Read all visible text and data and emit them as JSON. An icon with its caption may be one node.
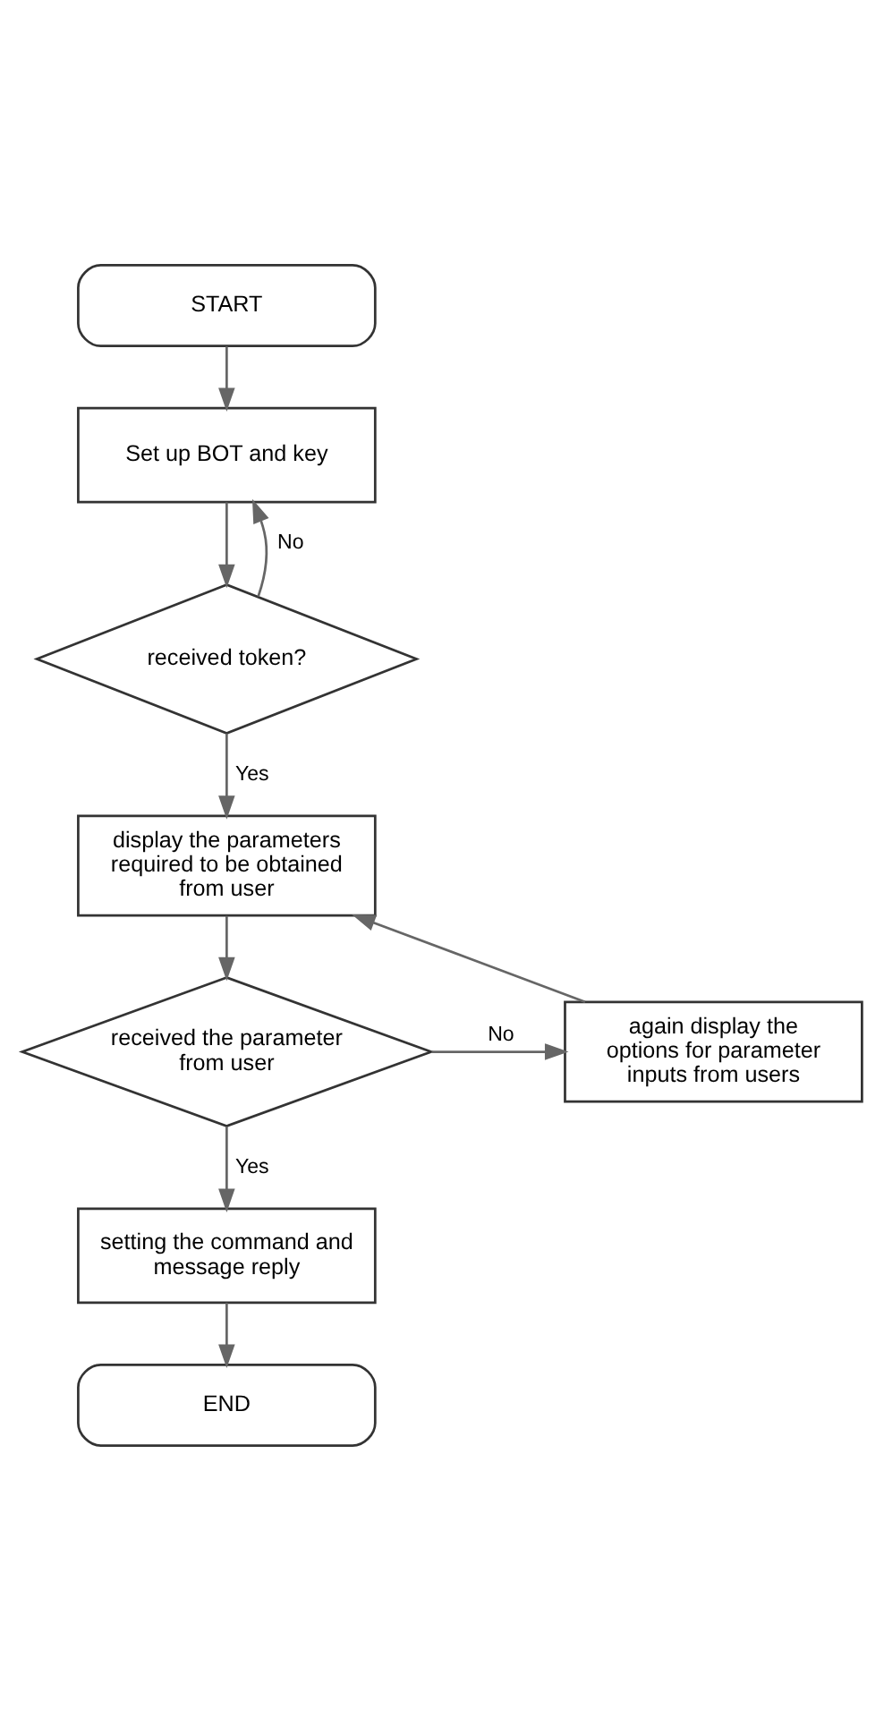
{
  "diagram": {
    "nodes": [
      {
        "text": [
          "START"
        ]
      },
      {
        "text": [
          "Set up BOT and key"
        ]
      },
      {
        "text": [
          "received token?"
        ]
      },
      {
        "text": [
          "display the parameters required to be obtained from user"
        ]
      },
      {
        "text": [
          "again display the options for parameter inputs from users"
        ]
      },
      {
        "text": [
          "received the parameter from user"
        ]
      },
      {
        "text": [
          "setting the command and message reply"
        ]
      },
      {
        "text": [
          "END"
        ]
      }
    ],
    "edges": [
      {
        "from": 0,
        "to": 1,
        "arrow": "to"
      },
      {
        "from": 1,
        "to": 2,
        "arrow": "to"
      },
      {
        "from": 2,
        "to": 1,
        "arrow": "to",
        "label": "No"
      },
      {
        "from": 2,
        "to": 3,
        "arrow": "to",
        "label": "Yes"
      },
      {
        "from": 3,
        "to": 5,
        "arrow": "to"
      },
      {
        "from": 5,
        "to": 4,
        "arrow": "to",
        "label": "No"
      },
      {
        "from": 4,
        "to": 3,
        "arrow": "to"
      },
      {
        "from": 5,
        "to": 6,
        "arrow": "to",
        "label": "Yes"
      },
      {
        "from": 6,
        "to": 7,
        "arrow": "to"
      }
    ]
  }
}
